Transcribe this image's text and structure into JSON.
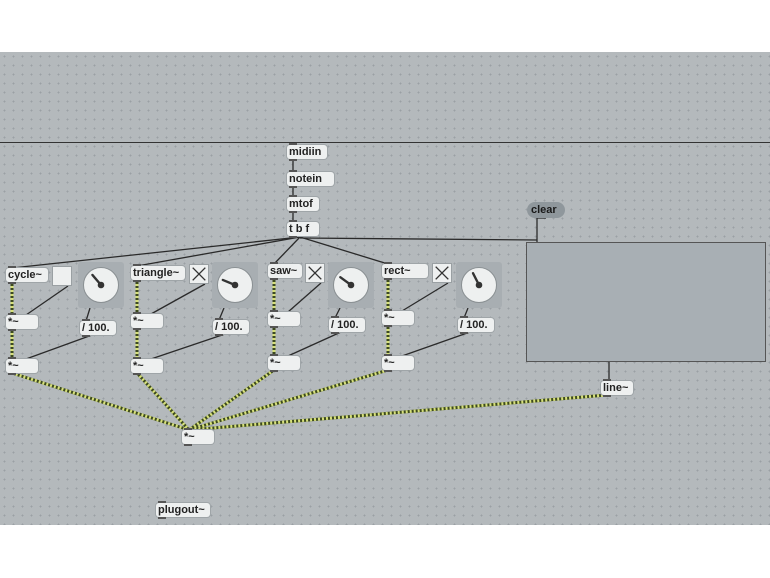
{
  "objects": {
    "midiin": "midiin",
    "notein": "notein",
    "mtof": "mtof",
    "trigger": "t b f",
    "clear": "clear",
    "line": "line~",
    "mixer": "*~",
    "plugout": "plugout~"
  },
  "voices": [
    {
      "osc": "cycle~",
      "toggle_on": false,
      "dial_value": 0.35,
      "mult1": "*~",
      "div": "/ 100.",
      "mult2": "*~"
    },
    {
      "osc": "triangle~",
      "toggle_on": true,
      "dial_value": 0.25,
      "mult1": "*~",
      "div": "/ 100.",
      "mult2": "*~"
    },
    {
      "osc": "saw~",
      "toggle_on": true,
      "dial_value": 0.3,
      "mult1": "*~",
      "div": "/ 100.",
      "mult2": "*~"
    },
    {
      "osc": "rect~",
      "toggle_on": true,
      "dial_value": 0.4,
      "mult1": "*~",
      "div": "/ 100.",
      "mult2": "*~"
    }
  ],
  "colors": {
    "canvas": "#b4b9bc",
    "signal_cable": "#d6e07a",
    "control_cable": "#2a2a2a"
  }
}
